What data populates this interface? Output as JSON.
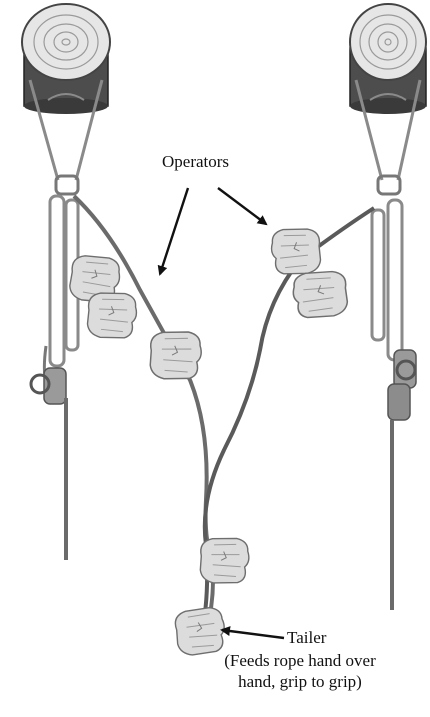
{
  "labels": {
    "operators": "Operators",
    "tailer": "Tailer",
    "tailer_note_line1": "(Feeds rope hand over",
    "tailer_note_line2": "hand, grip to grip)"
  },
  "colors": {
    "rope": "#6b6b6b",
    "rope_dark": "#4a4a4a",
    "glove": "#dcdcdc",
    "glove_outline": "#6e6e6e",
    "metal": "#9a9a9a",
    "pulley_body": "#4d4d4d",
    "wood": "#e6e6e6"
  },
  "icons": {
    "left_system": "pulley-system-icon",
    "right_system": "pulley-system-icon",
    "glove": "glove-hand-icon",
    "arrow": "arrow-icon"
  }
}
